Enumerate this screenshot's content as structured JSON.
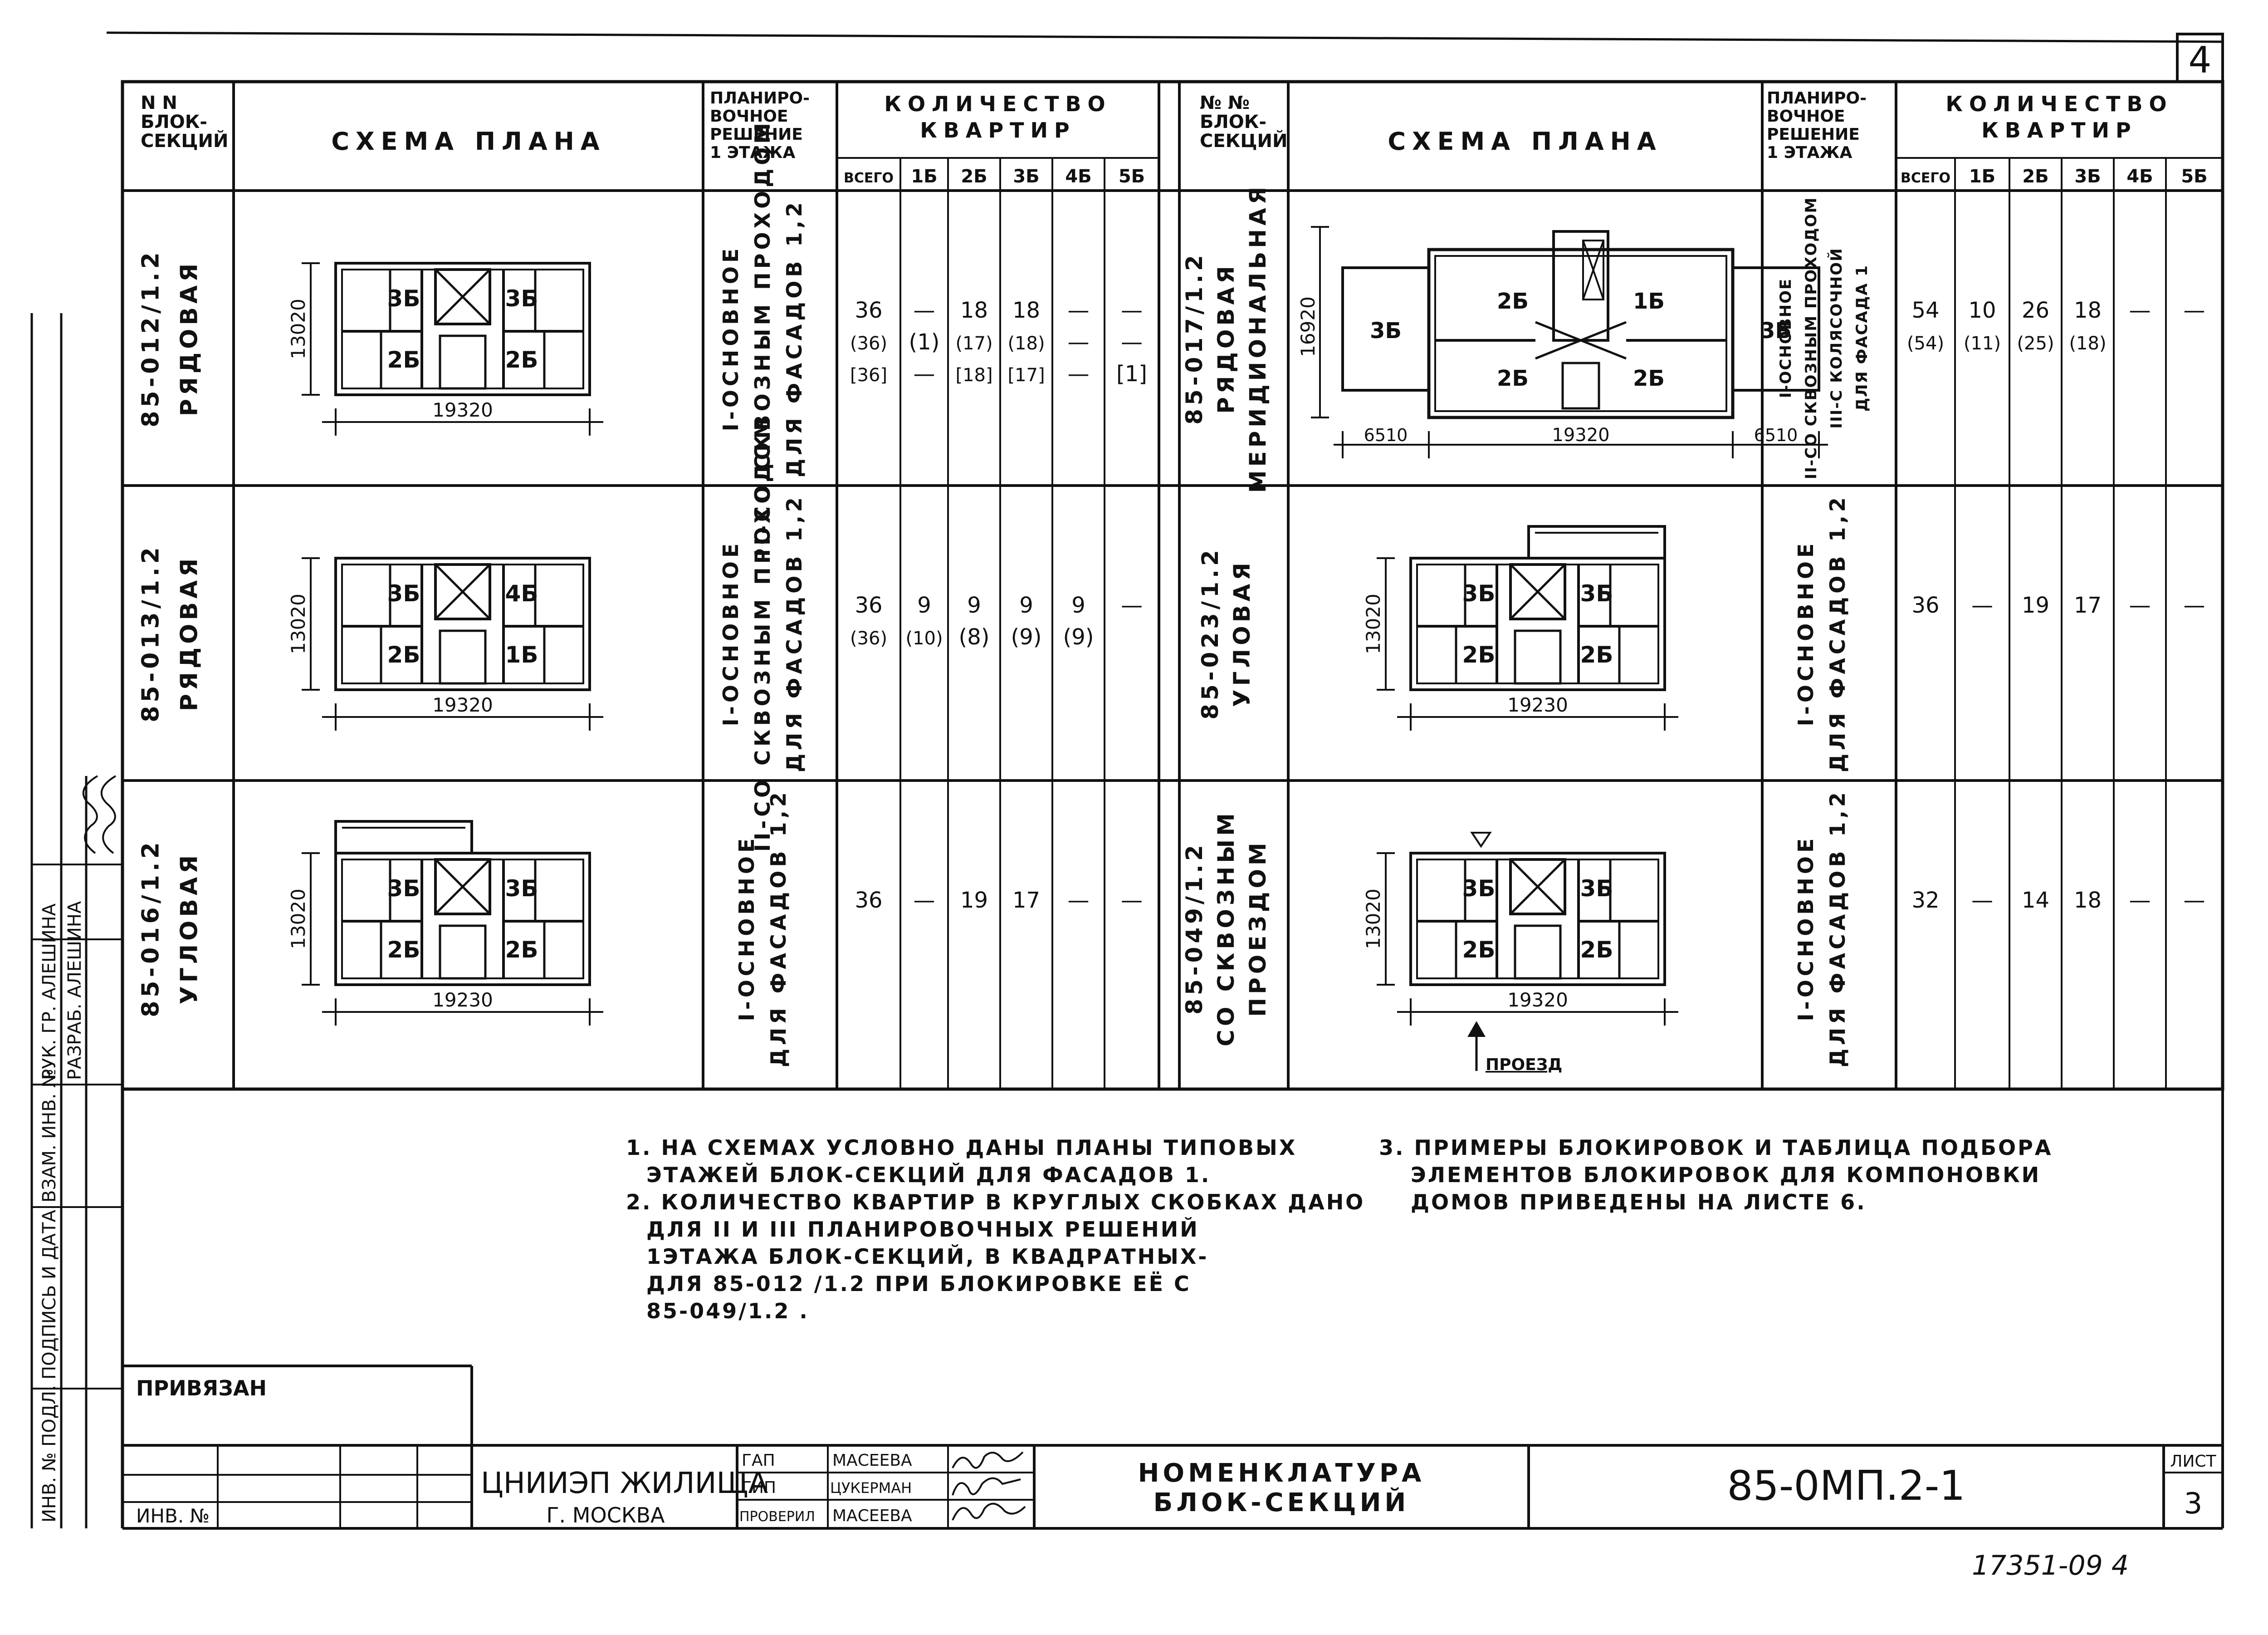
{
  "sheet_corner_number": "4",
  "header": {
    "left": {
      "col_num": "N N\nБЛОК-\nСЕКЦИЙ",
      "col_scheme": "СХЕМА ПЛАНА",
      "col_plan": "ПЛАНИРО-\nВОЧНОЕ\nРЕШЕНИЕ\n1 ЭТАЖА",
      "col_qty": "КОЛИЧЕСТВО\nКВАРТИР"
    },
    "right": {
      "col_num": "№ №\nБЛОК-\nСЕКЦИЙ",
      "col_scheme": "СХЕМА ПЛАНА",
      "col_plan": "ПЛАНИРО-\nВОЧНОЕ\nРЕШЕНИЕ\n1 ЭТАЖА",
      "col_qty": "КОЛИЧЕСТВО\nКВАРТИР"
    },
    "sub_cols_left": [
      "ВСЕГО",
      "1Б",
      "2Б",
      "3Б",
      "4Б",
      "5Б"
    ],
    "sub_cols_right": [
      "ВСЕГО",
      "1Б",
      "2Б",
      "3Б",
      "4Б",
      "5Б"
    ]
  },
  "rows_left": [
    {
      "id": "85-012/1.2",
      "kind": "РЯДОВАЯ",
      "plan": "I-ОСНОВНОЕ\nII-СО СКВОЗНЫМ ПРОХОДОМ\nДЛЯ ФАСАДОВ 1,2",
      "dim_v": "13020",
      "dim_h": "19320",
      "rooms": [
        "3Б",
        "3Б",
        "2Б",
        "2Б"
      ],
      "qty": [
        [
          "36",
          "(36)",
          "[36]"
        ],
        [
          "—",
          "(1)",
          "—"
        ],
        [
          "18",
          "(17)",
          "[18]"
        ],
        [
          "18",
          "(18)",
          "[17]"
        ],
        [
          "—",
          "—",
          "—"
        ],
        [
          "—",
          "—",
          "[1]"
        ]
      ]
    },
    {
      "id": "85-013/1.2",
      "kind": "РЯДОВАЯ",
      "plan": "I-ОСНОВНОЕ\nII-СО СКВОЗНЫМ ПРОХОДОМ\nДЛЯ ФАСАДОВ 1,2",
      "dim_v": "13020",
      "dim_h": "19320",
      "rooms": [
        "3Б",
        "4Б",
        "2Б",
        "1Б"
      ],
      "qty": [
        [
          "36",
          "(36)"
        ],
        [
          "9",
          "(10)"
        ],
        [
          "9",
          "(8)"
        ],
        [
          "9",
          "(9)"
        ],
        [
          "9",
          "(9)"
        ],
        [
          "—"
        ]
      ]
    },
    {
      "id": "85-016/1.2",
      "kind": "УГЛОВАЯ",
      "plan": "I-ОСНОВНОЕ\nДЛЯ ФАСАДОВ 1,2",
      "dim_v": "13020",
      "dim_h": "19230",
      "rooms": [
        "3Б",
        "3Б",
        "2Б",
        "2Б"
      ],
      "qty": [
        [
          "36"
        ],
        [
          "—"
        ],
        [
          "19"
        ],
        [
          "17"
        ],
        [
          "—"
        ],
        [
          "—"
        ]
      ]
    }
  ],
  "rows_right": [
    {
      "id": "85-017/1.2",
      "kind": "РЯДОВАЯ\nМЕРИДИОНАЛЬНАЯ",
      "plan": "I-ОСНОВНОЕ\nII-СО СКВОЗНЫМ ПРОХОДОМ\nIII-С КОЛЯСОЧНОЙ\nДЛЯ ФАСАДА 1",
      "dim_v": "16920",
      "dim_h": "19320",
      "dim_side_l": "6510",
      "dim_side_r": "6510",
      "rooms": [
        "3Б",
        "2Б",
        "1Б",
        "3Б",
        "2Б",
        "2Б"
      ],
      "qty": [
        [
          "54",
          "(54)"
        ],
        [
          "10",
          "(11)"
        ],
        [
          "26",
          "(25)"
        ],
        [
          "18",
          "(18)"
        ],
        [
          "—"
        ],
        [
          "—"
        ]
      ]
    },
    {
      "id": "85-023/1.2",
      "kind": "УГЛОВАЯ",
      "plan": "I-ОСНОВНОЕ\nДЛЯ ФАСАДОВ 1,2",
      "dim_v": "13020",
      "dim_h": "19230",
      "rooms": [
        "3Б",
        "3Б",
        "2Б",
        "2Б"
      ],
      "qty": [
        [
          "36"
        ],
        [
          "—"
        ],
        [
          "19"
        ],
        [
          "17"
        ],
        [
          "—"
        ],
        [
          "—"
        ]
      ]
    },
    {
      "id": "85-049/1.2",
      "kind": "СО СКВОЗНЫМ\nПРОЕЗДОМ",
      "plan": "I-ОСНОВНОЕ\nДЛЯ ФАСАДОВ 1,2",
      "dim_v": "13020",
      "dim_h": "19320",
      "passage_label": "ПРОЕЗД",
      "rooms": [
        "3Б",
        "3Б",
        "2Б",
        "2Б"
      ],
      "qty": [
        [
          "32"
        ],
        [
          "—"
        ],
        [
          "14"
        ],
        [
          "18"
        ],
        [
          "—"
        ],
        [
          "—"
        ]
      ]
    }
  ],
  "notes_left": [
    "1. НА СХЕМАХ УСЛОВНО ДАНЫ ПЛАНЫ ТИПОВЫХ",
    "ЭТАЖЕЙ БЛОК-СЕКЦИЙ ДЛЯ ФАСАДОВ  1.",
    "2. КОЛИЧЕСТВО КВАРТИР В КРУГЛЫХ СКОБКАХ ДАНО",
    "ДЛЯ II И III ПЛАНИРОВОЧНЫХ РЕШЕНИЙ",
    "1ЭТАЖА  БЛОК-СЕКЦИЙ, В КВАДРАТНЫХ-",
    "ДЛЯ 85-012 /1.2 ПРИ БЛОКИРОВКЕ ЕЁ С",
    "85-049/1.2 ."
  ],
  "notes_right": [
    "3. ПРИМЕРЫ БЛОКИРОВОК И ТАБЛИЦА ПОДБОРА",
    "ЭЛЕМЕНТОВ БЛОКИРОВОК ДЛЯ КОМПОНОВКИ",
    "ДОМОВ ПРИВЕДЕНЫ НА ЛИСТЕ 6."
  ],
  "stamp": {
    "privyazan": "ПРИВЯЗАН",
    "inv_no": "ИНВ. №",
    "org_line1": "ЦНИИЭП ЖИЛИЩА",
    "org_line2": "Г. МОСКВА",
    "roles": [
      "ГАП",
      "ГИП",
      "ПРОВЕРИЛ"
    ],
    "names": [
      "МАСЕЕВА",
      "ЦУКЕРМАН",
      "МАСЕЕВА"
    ],
    "title_line1": "НОМЕНКЛАТУРА",
    "title_line2": "БЛОК-СЕКЦИЙ",
    "code": "85-0МП.2-1",
    "sheet_label": "ЛИСТ",
    "sheet_no": "3"
  },
  "below_stamp": "17351-09  4",
  "margin_left": {
    "rows": [
      "РУК. ГР.  АЛЕШИНА",
      "РАЗРАБ.  АЛЕШИНА"
    ],
    "vertical": [
      "ИНВ. № ПОДЛ.",
      "ПОДПИСЬ И ДАТА",
      "ВЗАМ. ИНВ. №"
    ]
  }
}
